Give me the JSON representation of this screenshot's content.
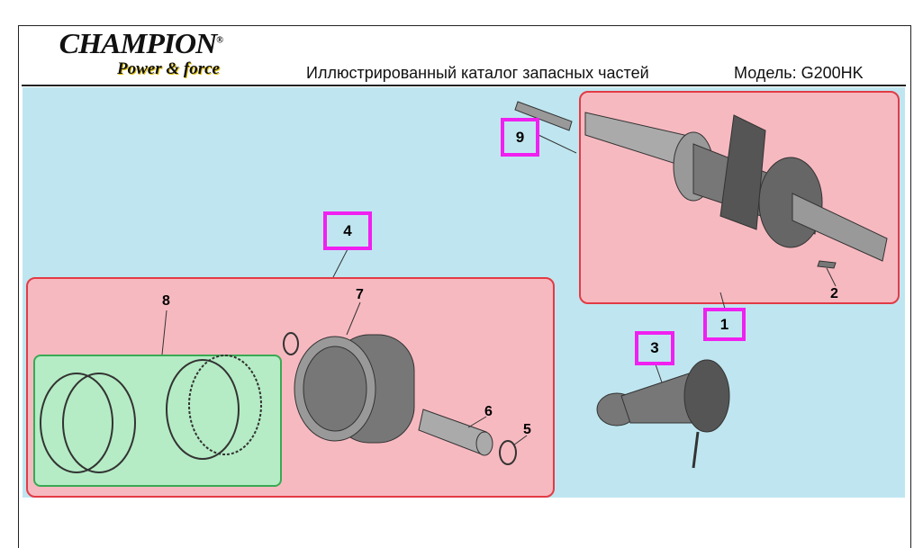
{
  "header": {
    "brand": "CHAMPION",
    "brand_mark": "®",
    "tagline": "Power & force",
    "title": "Иллюстрированный каталог запасных частей",
    "model": "Модель: G200HK"
  },
  "callouts": {
    "p1": "1",
    "p2": "2",
    "p3": "3",
    "p4": "4",
    "p5": "5",
    "p6": "6",
    "p7": "7",
    "p8": "8",
    "p9": "9"
  },
  "colors": {
    "background": "#bfe6f0",
    "group_fill": "#f7b9c0",
    "group_border": "#e23b45",
    "subgroup_fill": "#b5ecc5",
    "highlight": "#f020f0"
  }
}
